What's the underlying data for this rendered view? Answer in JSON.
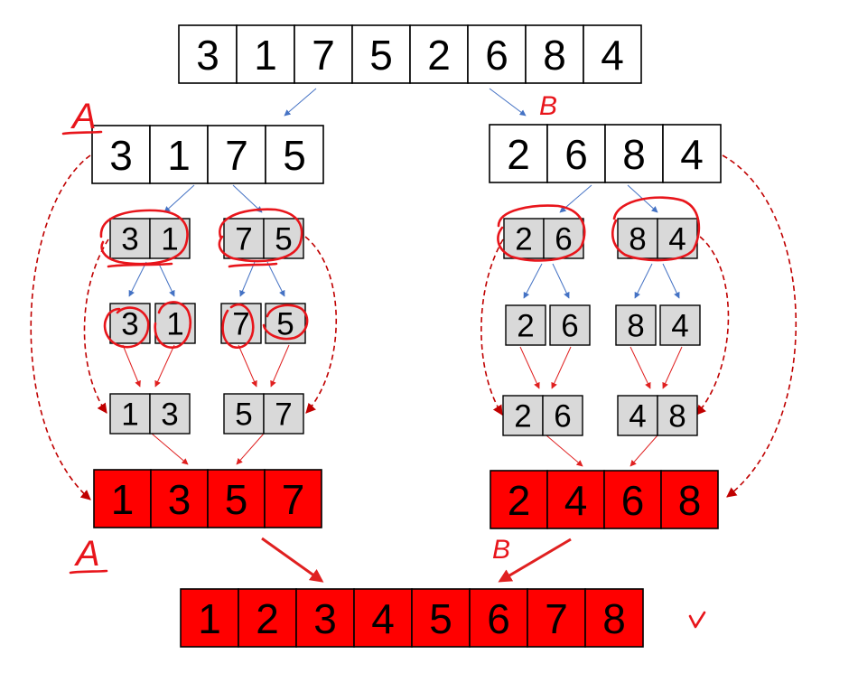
{
  "input": [
    "3",
    "1",
    "7",
    "5",
    "2",
    "6",
    "8",
    "4"
  ],
  "left_half": [
    "3",
    "1",
    "7",
    "5"
  ],
  "right_half": [
    "2",
    "6",
    "8",
    "4"
  ],
  "left_pairs": [
    [
      "3",
      "1"
    ],
    [
      "7",
      "5"
    ]
  ],
  "right_pairs": [
    [
      "2",
      "6"
    ],
    [
      "8",
      "4"
    ]
  ],
  "left_singles": [
    "3",
    "1",
    "7",
    "5"
  ],
  "right_singles": [
    "2",
    "6",
    "8",
    "4"
  ],
  "left_sorted_pairs": [
    [
      "1",
      "3"
    ],
    [
      "5",
      "7"
    ]
  ],
  "right_sorted_pairs": [
    [
      "2",
      "6"
    ],
    [
      "4",
      "8"
    ]
  ],
  "left_merged": [
    "1",
    "3",
    "5",
    "7"
  ],
  "right_merged": [
    "2",
    "4",
    "6",
    "8"
  ],
  "final": [
    "1",
    "2",
    "3",
    "4",
    "5",
    "6",
    "7",
    "8"
  ],
  "annotations": {
    "label_a": "A",
    "label_b": "B",
    "check": "v"
  },
  "colors": {
    "cell_fill": "#ffffff",
    "gray_fill": "#d9d9d9",
    "red_fill": "#ff0000",
    "split_arrow": "#4472c4",
    "merge_arrow": "#e02020",
    "ink": "#e8151b"
  }
}
